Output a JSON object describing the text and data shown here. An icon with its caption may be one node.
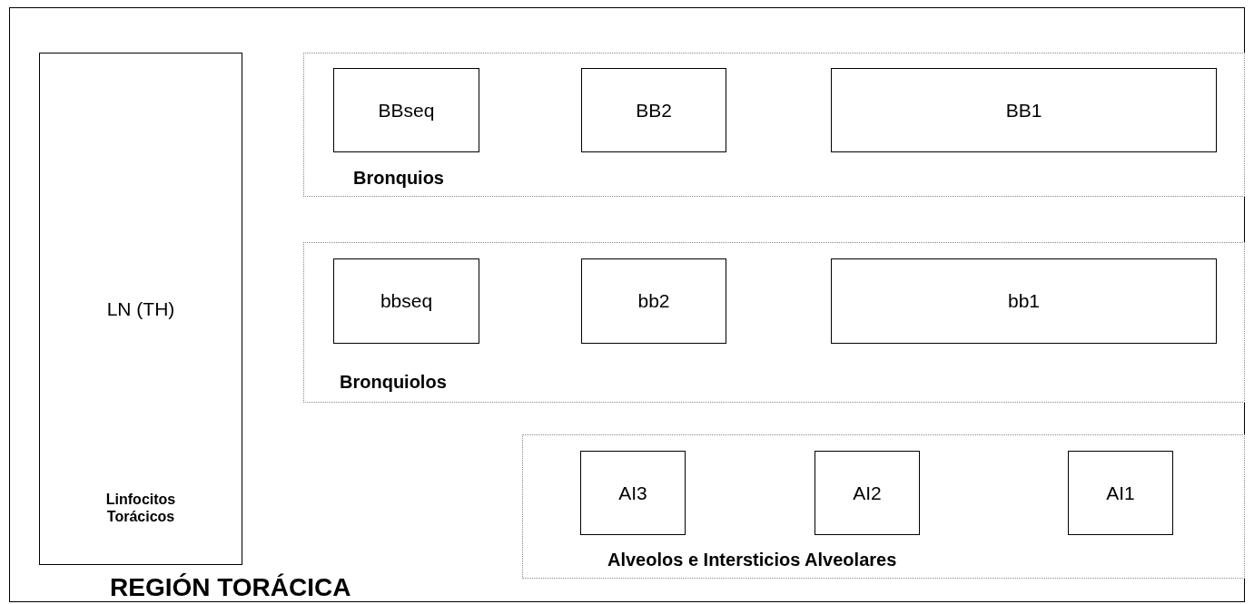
{
  "diagram": {
    "nodes": [
      {
        "text": [
          "REGIÓN TORÁCICA"
        ]
      },
      {
        "text": [
          "LN (TH)",
          "Linfocitos Torácicos"
        ],
        "in": 0
      },
      {
        "text": [
          "Bronquios"
        ],
        "in": 0
      },
      {
        "text": [
          "BBseq"
        ],
        "in": 2
      },
      {
        "text": [
          "BB2"
        ],
        "in": 2
      },
      {
        "text": [
          "BB1"
        ],
        "in": 2
      },
      {
        "text": [
          "Bronquiolos"
        ],
        "in": 0
      },
      {
        "text": [
          "bbseq"
        ],
        "in": 6
      },
      {
        "text": [
          "bb2"
        ],
        "in": 6
      },
      {
        "text": [
          "bb1"
        ],
        "in": 6
      },
      {
        "text": [
          "Alveolos e Intersticios Alveolares"
        ],
        "in": 0
      },
      {
        "text": [
          "AI3"
        ],
        "in": 10
      },
      {
        "text": [
          "AI2"
        ],
        "in": 10
      },
      {
        "text": [
          "AI1"
        ],
        "in": 10
      }
    ]
  }
}
